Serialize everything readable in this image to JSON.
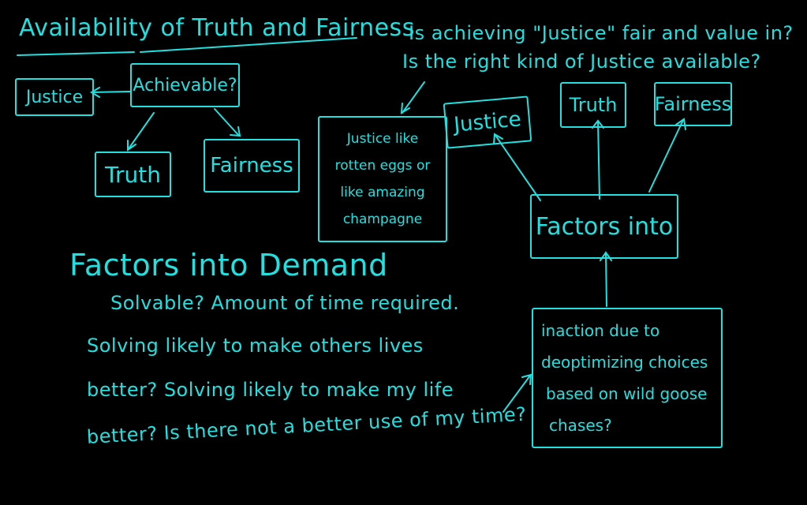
{
  "title": "Availability of Truth and Fairness",
  "left_diagram": {
    "center": "Achievable?",
    "justice": "Justice",
    "truth": "Truth",
    "fairness": "Fairness"
  },
  "question": {
    "line1": "Is achieving \"Justice\" fair and value in?",
    "line2": "Is the right kind of Justice available?"
  },
  "note_box": {
    "lines": [
      "Justice like",
      "rotten eggs or",
      "like amazing",
      "champagne"
    ]
  },
  "right_diagram": {
    "justice": "Justice",
    "truth": "Truth",
    "fairness": "Fairness",
    "factors": "Factors into",
    "inaction_lines": [
      "inaction due to",
      "deoptimizing choices",
      "based on wild goose",
      "chases?"
    ]
  },
  "demand": {
    "heading": "Factors into Demand",
    "lines": [
      "Solvable?  Amount of time required.",
      "Solving likely to make others lives",
      "better? Solving likely to make my life",
      "better? Is there not a better use of my time?"
    ]
  },
  "colors": {
    "ink": "#22e0e0",
    "background": "#000000"
  }
}
